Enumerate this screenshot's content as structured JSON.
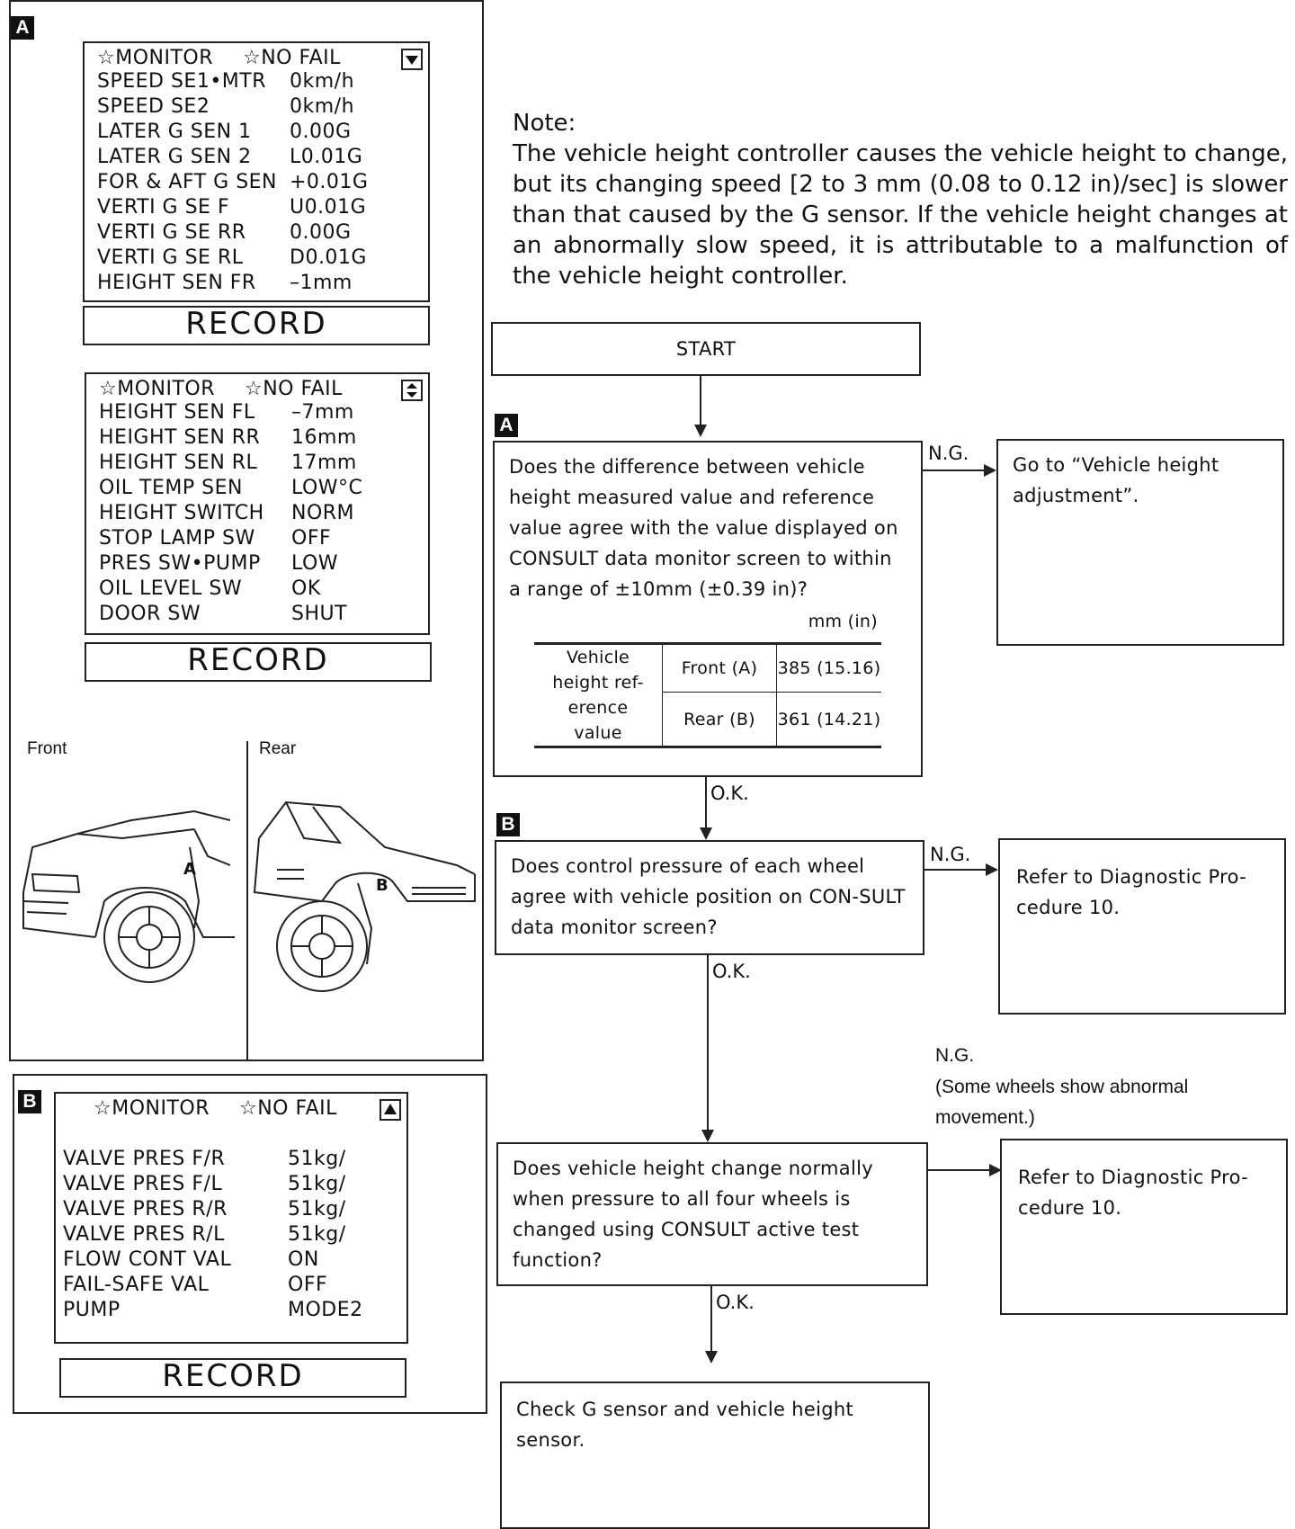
{
  "panel_a": {
    "tag": "A",
    "screen1": {
      "header_monitor": "☆MONITOR",
      "header_status": "☆NO FAIL",
      "rows": [
        {
          "label": "SPEED SE1•MTR",
          "value": "0km/h"
        },
        {
          "label": "SPEED SE2",
          "value": "0km/h"
        },
        {
          "label": "LATER G SEN 1",
          "value": "0.00G"
        },
        {
          "label": "LATER G SEN 2",
          "value": "L0.01G"
        },
        {
          "label": "FOR & AFT G SEN",
          "value": "+0.01G"
        },
        {
          "label": "VERTI G SE F",
          "value": "U0.01G"
        },
        {
          "label": "VERTI G SE RR",
          "value": "0.00G"
        },
        {
          "label": "VERTI G SE RL",
          "value": "D0.01G"
        },
        {
          "label": "HEIGHT SEN FR",
          "value": "–1mm"
        }
      ],
      "record_label": "RECORD"
    },
    "screen2": {
      "header_monitor": "☆MONITOR",
      "header_status": "☆NO FAIL",
      "rows": [
        {
          "label": "HEIGHT SEN FL",
          "value": "–7mm"
        },
        {
          "label": "HEIGHT SEN RR",
          "value": "16mm"
        },
        {
          "label": "HEIGHT SEN RL",
          "value": "17mm"
        },
        {
          "label": "OIL TEMP SEN",
          "value": "LOW°C"
        },
        {
          "label": "HEIGHT SWITCH",
          "value": "NORM"
        },
        {
          "label": "STOP LAMP SW",
          "value": "OFF"
        },
        {
          "label": "PRES SW•PUMP",
          "value": "LOW"
        },
        {
          "label": "OIL LEVEL SW",
          "value": "OK"
        },
        {
          "label": "DOOR SW",
          "value": "SHUT"
        }
      ],
      "record_label": "RECORD"
    },
    "illustration": {
      "front_label": "Front",
      "rear_label": "Rear",
      "marker_a": "A",
      "marker_b": "B"
    }
  },
  "panel_b": {
    "tag": "B",
    "screen": {
      "header_monitor": "☆MONITOR",
      "header_status": "☆NO FAIL",
      "rows": [
        {
          "label": "VALVE PRES F/R",
          "value": "51kg/"
        },
        {
          "label": "VALVE PRES F/L",
          "value": "51kg/"
        },
        {
          "label": "VALVE PRES R/R",
          "value": "51kg/"
        },
        {
          "label": "VALVE PRES R/L",
          "value": "51kg/"
        },
        {
          "label": "FLOW CONT VAL",
          "value": "ON"
        },
        {
          "label": "FAIL-SAFE VAL",
          "value": "OFF"
        },
        {
          "label": "PUMP",
          "value": "MODE2"
        }
      ],
      "record_label": "RECORD"
    }
  },
  "note": {
    "title": "Note:",
    "body": "The vehicle height controller causes the vehicle height to change, but its changing speed [2 to 3 mm (0.08 to 0.12 in)/sec] is slower than that caused by the G sensor. If the vehicle height changes at an abnormally slow speed, it is attributable to a malfunction of the vehicle height controller."
  },
  "flow": {
    "start": "START",
    "tag_a": "A",
    "tag_b": "B",
    "q1": "Does the difference between vehicle height measured value and reference value agree with the value displayed on CONSULT data monitor screen to within a range of ±10mm (±0.39 in)?",
    "q1_table": {
      "unit": "mm (in)",
      "row_header": "Vehicle height ref-erence value",
      "front_label": "Front (A)",
      "front_value": "385 (15.16)",
      "rear_label": "Rear (B)",
      "rear_value": "361 (14.21)"
    },
    "q1_ng_result": "Go to “Vehicle height adjustment”.",
    "q2": "Does control pressure of each wheel agree with vehicle position on CON-SULT data monitor screen?",
    "q2_ng_result": "Refer to Diagnostic Pro-cedure 10.",
    "q3": "Does vehicle height change normally when pressure to all four wheels is changed using CONSULT active test function?",
    "q3_ng_note": "N.G.",
    "q3_ng_detail": "(Some wheels show abnormal movement.)",
    "q3_ng_result": "Refer to Diagnostic Pro-cedure 10.",
    "final": "Check G sensor and vehicle height sensor.",
    "ng_label": "N.G.",
    "ok_label": "O.K."
  }
}
